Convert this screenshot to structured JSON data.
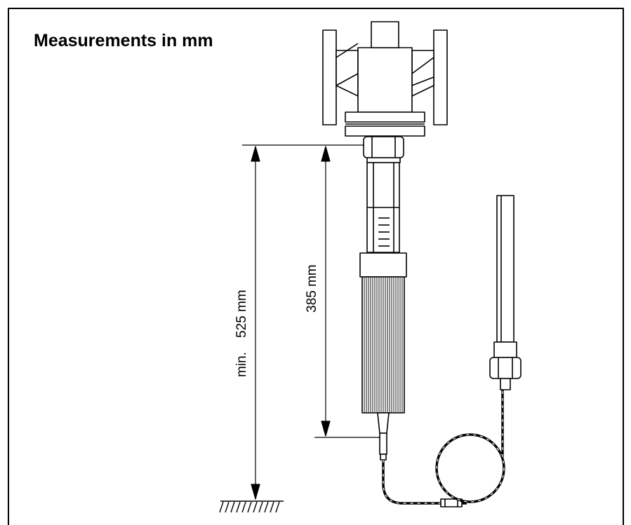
{
  "title": "Measurements in mm",
  "dimensions": {
    "total": {
      "prefix": "min.",
      "value": "525 mm"
    },
    "actuator": {
      "value": "385 mm"
    }
  },
  "colors": {
    "line": "#000000",
    "background": "#ffffff"
  }
}
